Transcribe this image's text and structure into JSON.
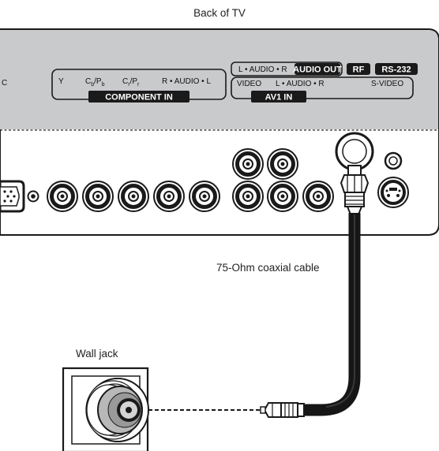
{
  "captions": {
    "back_of_tv": "Back of TV",
    "coax_cable": "75-Ohm coaxial cable",
    "wall_jack": "Wall jack"
  },
  "panel": {
    "edge_char": "C",
    "component": {
      "y": "Y",
      "cb_main": "C",
      "cb_sub1": "b",
      "cb_mid": "/P",
      "cb_sub2": "b",
      "cr_main": "C",
      "cr_sub1": "r",
      "cr_mid": "/P",
      "cr_sub2": "r",
      "audio": "R • AUDIO • L",
      "title": "COMPONENT IN"
    },
    "audio_out_row": {
      "audio_lr": "L • AUDIO • R",
      "audio_out": "AUDIO OUT",
      "rf": "RF",
      "rs232": "RS-232"
    },
    "av1": {
      "video": "VIDEO",
      "audio_lr": "L • AUDIO • R",
      "svideo": "S-VIDEO",
      "title": "AV1 IN"
    }
  },
  "colors": {
    "panel_gray": "#c9cacc",
    "outline": "#1a1a1a",
    "cable": "#161616"
  }
}
